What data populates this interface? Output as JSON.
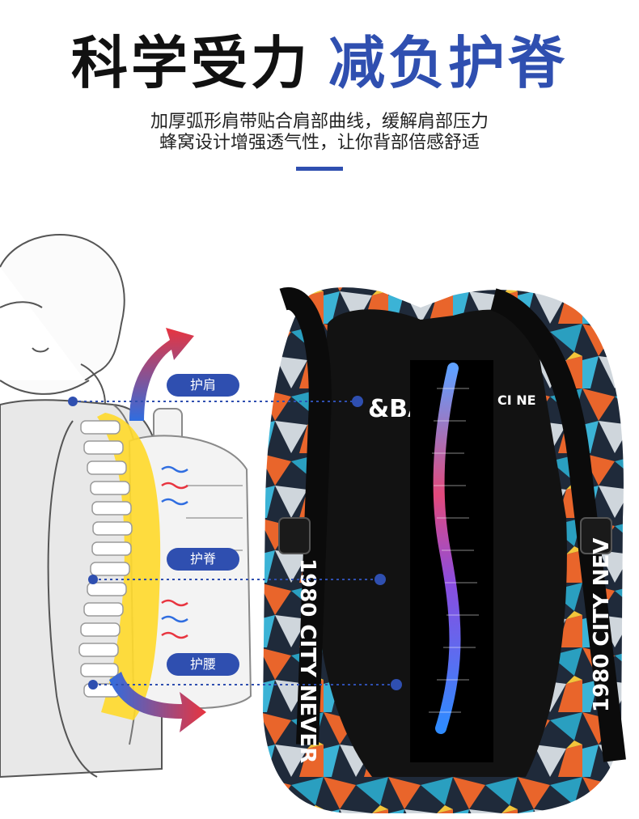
{
  "header": {
    "title_black": "科学受力",
    "title_blue": "减负护脊",
    "subtitle_line1": "加厚弧形肩带贴合肩部曲线，缓解肩部压力",
    "subtitle_line2": "蜂窝设计增强透气性，让你背部倍感舒适"
  },
  "callouts": {
    "shoulder": "护肩",
    "spine": "护脊",
    "waist": "护腰"
  },
  "backpack_print": {
    "top_text": "&BA",
    "side_text_left": "CI NE",
    "strap_text_left": "1980 CITY NEVER",
    "strap_text_right": "1980 CITY NEV"
  },
  "colors": {
    "accent_blue": "#2f4fb0",
    "arrow_red": "#e8343f",
    "spine_yellow": "#ffd92a"
  },
  "icons": [
    "up-arrow-icon",
    "down-arrow-icon",
    "airflow-arrow-icon",
    "spine-icon",
    "backpack-icon"
  ]
}
